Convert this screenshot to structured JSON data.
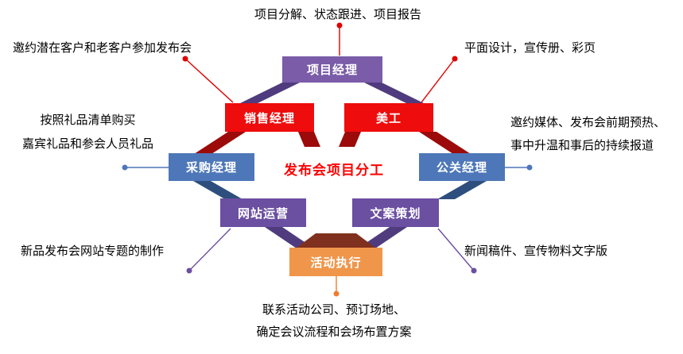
{
  "center": {
    "label": "发布会项目分工",
    "color": "#FF0000"
  },
  "nodes": {
    "project_manager": {
      "label": "项目经理",
      "color": "#7A5CA8"
    },
    "sales_manager": {
      "label": "销售经理",
      "color": "#EE0C0C"
    },
    "art_designer": {
      "label": "美工",
      "color": "#EE0C0C"
    },
    "purchasing_manager": {
      "label": "采购经理",
      "color": "#4D77B8"
    },
    "pr_manager": {
      "label": "公关经理",
      "color": "#4D77B8"
    },
    "website_operations": {
      "label": "网站运营",
      "color": "#6B4FA1"
    },
    "copywriting": {
      "label": "文案策划",
      "color": "#6B4FA1"
    },
    "event_execution": {
      "label": "活动执行",
      "color": "#F0964B"
    }
  },
  "annotations": {
    "top": {
      "lines": [
        "项目分解、状态跟进、项目报告"
      ]
    },
    "top_left": {
      "lines": [
        "邀约潜在客户和老客户参加发布会"
      ]
    },
    "top_right": {
      "lines": [
        "平面设计，宣传册、彩页"
      ]
    },
    "left": {
      "lines": [
        "按照礼品清单购买",
        "嘉宾礼品和参会人员礼品"
      ]
    },
    "right": {
      "lines": [
        "邀约媒体、发布会前期预热、",
        "事中升温和事后的持续报道"
      ]
    },
    "bottom_left": {
      "lines": [
        "新品发布会网站专题的制作"
      ]
    },
    "bottom_right": {
      "lines": [
        "新闻稿件、宣传物料文字版"
      ]
    },
    "bottom": {
      "lines": [
        "联系活动公司、预订场地、",
        "确定会议流程和会场布置方案"
      ]
    }
  },
  "palette": {
    "red": "#EE0C0C",
    "red_dark": "#9C0A0A",
    "purple": "#7A5CA8",
    "purple_dark": "#4F3B7E",
    "blue": "#4D77B8",
    "blue_dark": "#2E4E7E",
    "orange": "#F0964B",
    "maroon_dark": "#80301E",
    "callout_red": "#E00000",
    "title_red": "#FF0000"
  }
}
